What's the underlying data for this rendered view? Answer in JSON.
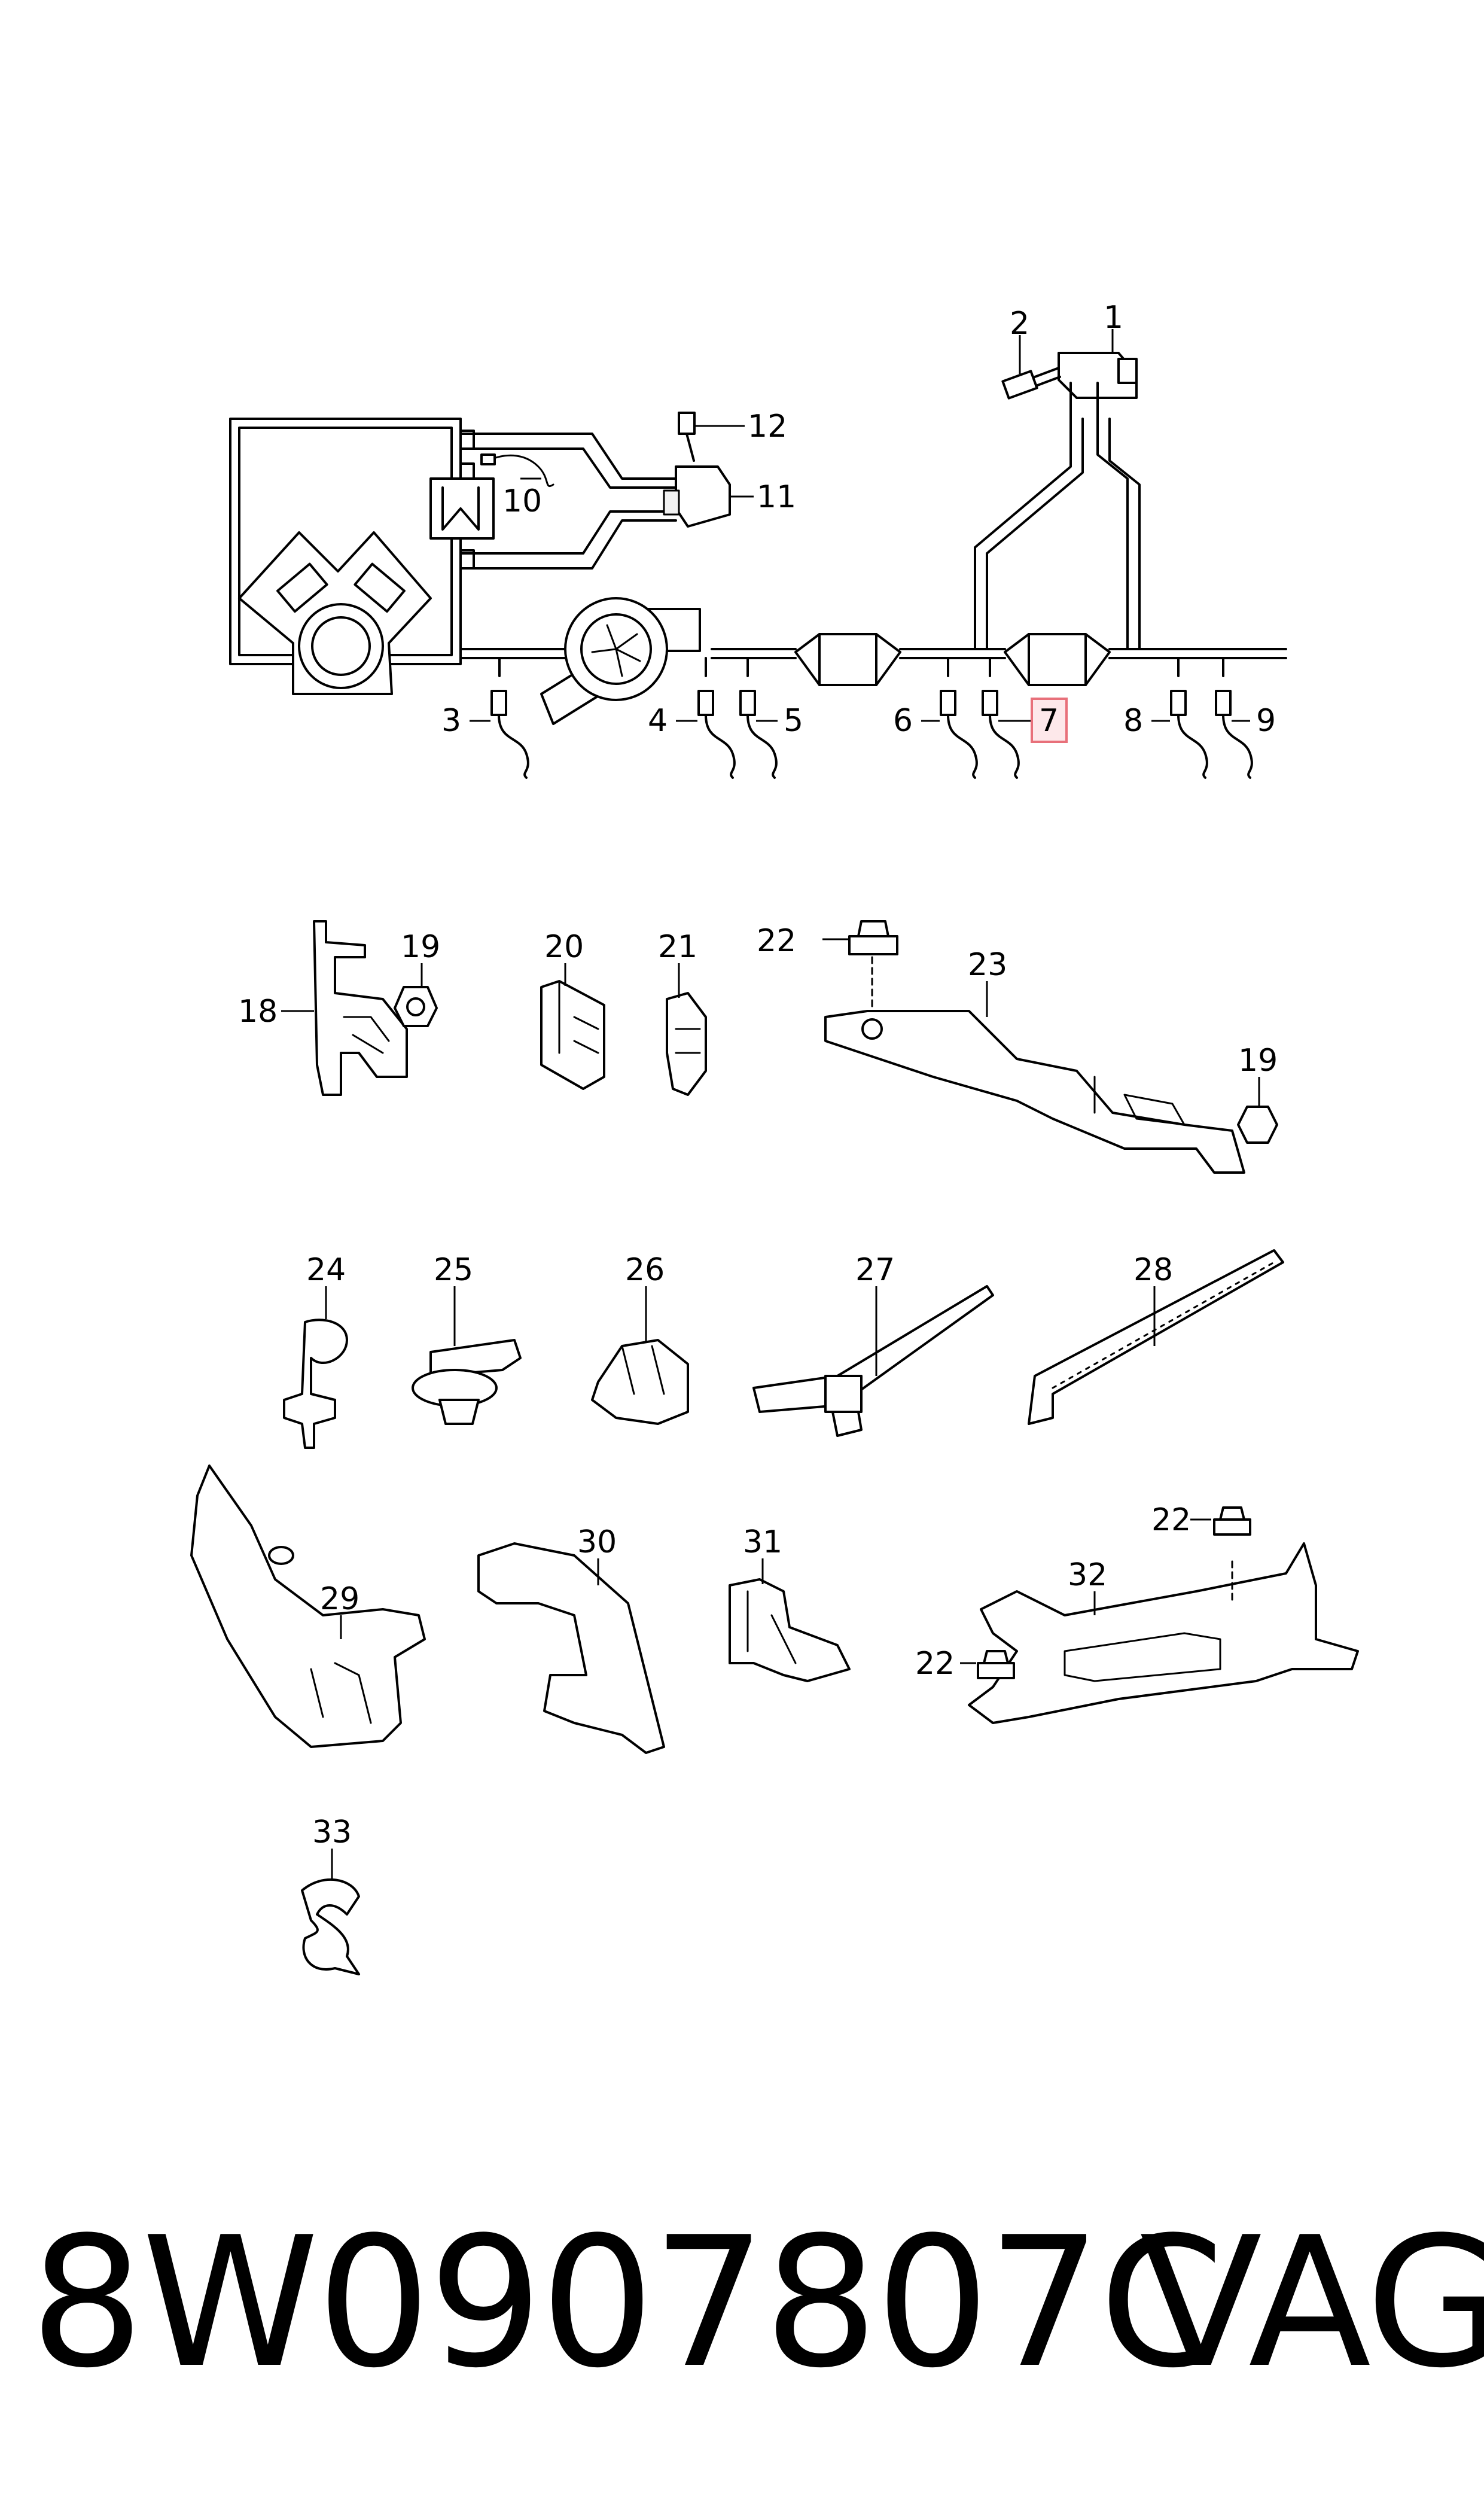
{
  "callouts": {
    "c1": "1",
    "c2": "2",
    "c3": "3",
    "c4": "4",
    "c5": "5",
    "c6": "6",
    "c7": "7",
    "c8": "8",
    "c9": "9",
    "c10": "10",
    "c11": "11",
    "c12": "12",
    "c18": "18",
    "c19a": "19",
    "c19b": "19",
    "c20": "20",
    "c21": "21",
    "c22a": "22",
    "c22b": "22",
    "c22c": "22",
    "c23": "23",
    "c24": "24",
    "c25": "25",
    "c26": "26",
    "c27": "27",
    "c28": "28",
    "c29": "29",
    "c30": "30",
    "c31": "31",
    "c32": "32",
    "c33": "33"
  },
  "highlight": {
    "callout": "7",
    "color": "#e8707a",
    "fill": "#fde8ea"
  },
  "footer": {
    "part_number": "8W0907807C",
    "brand": "VAG"
  }
}
